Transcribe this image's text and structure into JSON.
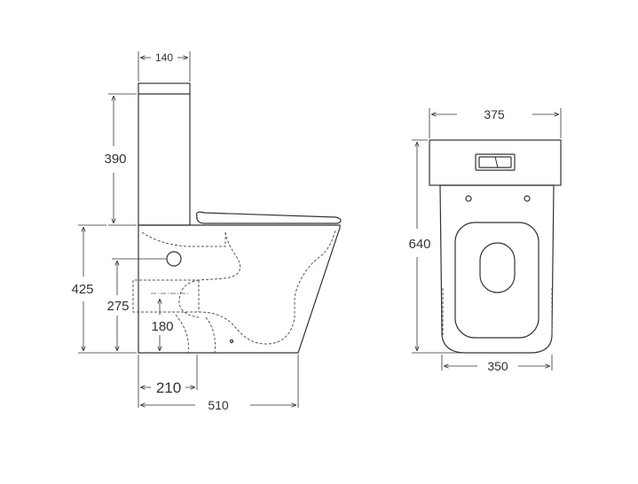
{
  "colors": {
    "stroke": "#333333",
    "hidden_line": "#555555",
    "background": "#ffffff"
  },
  "side_view": {
    "dimensions": {
      "tank_width": "140",
      "tank_height": "390",
      "total_height": "425",
      "outlet_height": "275",
      "outlet_center": "180",
      "outlet_distance": "210",
      "total_depth": "510"
    }
  },
  "top_view": {
    "dimensions": {
      "tank_width": "375",
      "total_length": "640",
      "bowl_width": "350"
    }
  }
}
